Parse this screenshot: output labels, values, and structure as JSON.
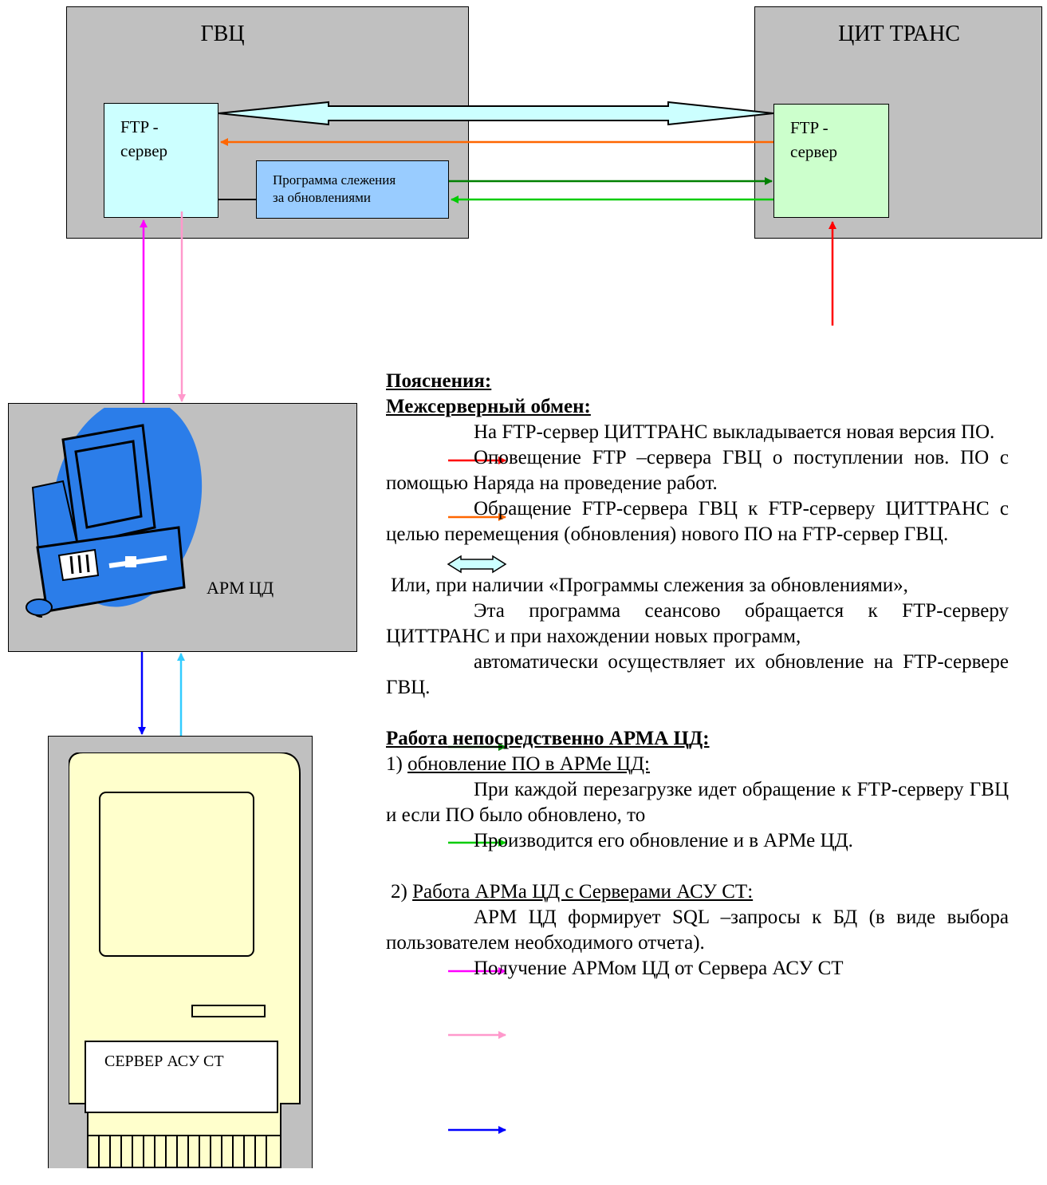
{
  "gvc": {
    "title": "ГВЦ",
    "ftp_line1": "FTP -",
    "ftp_line2": "сервер",
    "tracker_line1": "Программа слежения",
    "tracker_line2": "за обновлениями"
  },
  "cit": {
    "title": "ЦИТ ТРАНС",
    "ftp_line1": "FTP -",
    "ftp_line2": "сервер"
  },
  "arm": {
    "label": "АРМ ЦД"
  },
  "server": {
    "label": "СЕРВЕР АСУ СТ"
  },
  "legend": {
    "explanations_heading": "Пояснения:",
    "interserver_heading": "Межсерверный обмен:",
    "p1": "На FTP-сервер ЦИТТРАНС выкладывается новая версия ПО.",
    "p2": "Оповещение FTP –сервера ГВЦ о поступлении нов. ПО с помощью Наряда на проведение работ.",
    "p3": "Обращение FTP-сервера ГВЦ к FTP-серверу ЦИТТРАНС с целью перемещения (обновления) нового ПО на FTP-сервер ГВЦ.",
    "p4": "Или, при наличии «Программы слежения за обновлениями»,",
    "p5": "Эта программа сеансово обращается к FTP-серверу ЦИТТРАНС и при нахождении новых программ,",
    "p6": "автоматически осуществляет их обновление на FTP-сервере ГВЦ.",
    "arm_heading": "Работа непосредственно АРМА ЦД:",
    "item1_num": "1) ",
    "item1_title": "обновление ПО в АРМе ЦД:",
    "p7": "При каждой перезагрузке идет обращение к FTP-серверу ГВЦ и если ПО было обновлено, то",
    "p8": "Производится его обновление и в АРМе ЦД.",
    "item2_num": "2) ",
    "item2_title": "Работа АРМа ЦД с Серверами АСУ СТ:",
    "p9": "АРМ ЦД формирует SQL –запросы к БД (в виде выбора пользователем необходимого отчета).",
    "p10": "Получение АРМом ЦД от Сервера АСУ СТ"
  },
  "colors": {
    "panel": "#c0c0c0",
    "gvc_ftp": "#ccffff",
    "cit_ftp": "#ccffcc",
    "tracker": "#99ccff",
    "server_body": "#ffffcc",
    "monitor_blue": "#2b7de9",
    "red": "#ff0000",
    "orange": "#ff6600",
    "dark_green": "#008000",
    "light_green": "#00cc00",
    "magenta": "#ff00ff",
    "pink": "#ff99cc",
    "blue": "#0000ff",
    "cyan": "#33ccff",
    "big_arrow": "#ccffff"
  }
}
